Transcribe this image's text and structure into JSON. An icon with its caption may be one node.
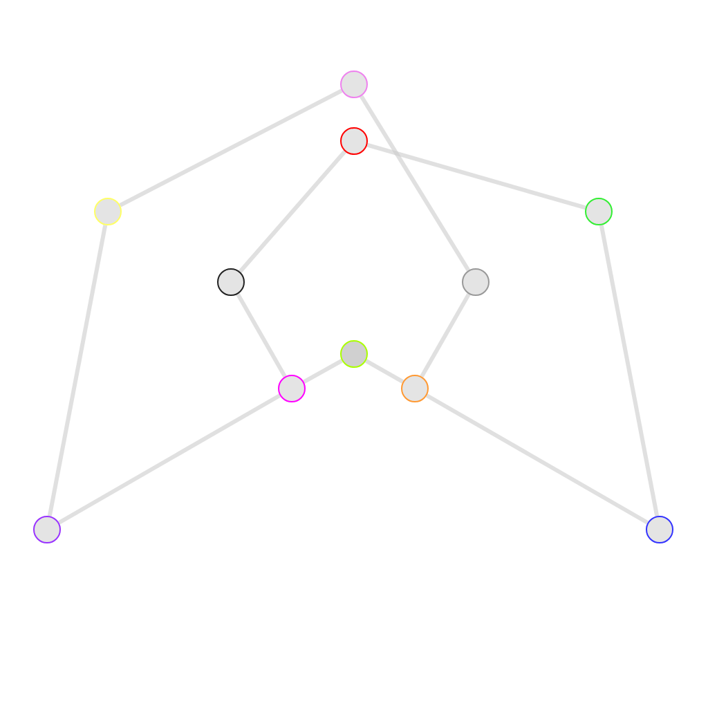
{
  "diagram": {
    "nodes": [
      {
        "text": [],
        "shape": "circle"
      },
      {
        "text": [],
        "shape": "circle"
      },
      {
        "text": [],
        "shape": "circle"
      },
      {
        "text": [],
        "shape": "circle"
      },
      {
        "text": [],
        "shape": "circle"
      },
      {
        "text": [],
        "shape": "circle"
      },
      {
        "text": [],
        "shape": "circle"
      },
      {
        "text": [],
        "shape": "circle"
      },
      {
        "text": [],
        "shape": "circle"
      },
      {
        "text": [],
        "shape": "circle"
      },
      {
        "text": [],
        "shape": "circle"
      }
    ],
    "edges": [
      {
        "from": 0,
        "to": 2,
        "arrow": "none"
      },
      {
        "from": 0,
        "to": 5,
        "arrow": "none"
      },
      {
        "from": 1,
        "to": 3,
        "arrow": "none"
      },
      {
        "from": 1,
        "to": 4,
        "arrow": "none"
      },
      {
        "from": 2,
        "to": 9,
        "arrow": "none"
      },
      {
        "from": 3,
        "to": 10,
        "arrow": "none"
      },
      {
        "from": 4,
        "to": 7,
        "arrow": "none"
      },
      {
        "from": 5,
        "to": 8,
        "arrow": "none"
      },
      {
        "from": 7,
        "to": 6,
        "arrow": "none"
      },
      {
        "from": 8,
        "to": 6,
        "arrow": "none"
      },
      {
        "from": 9,
        "to": 7,
        "arrow": "none"
      },
      {
        "from": 10,
        "to": 8,
        "arrow": "none"
      }
    ]
  }
}
